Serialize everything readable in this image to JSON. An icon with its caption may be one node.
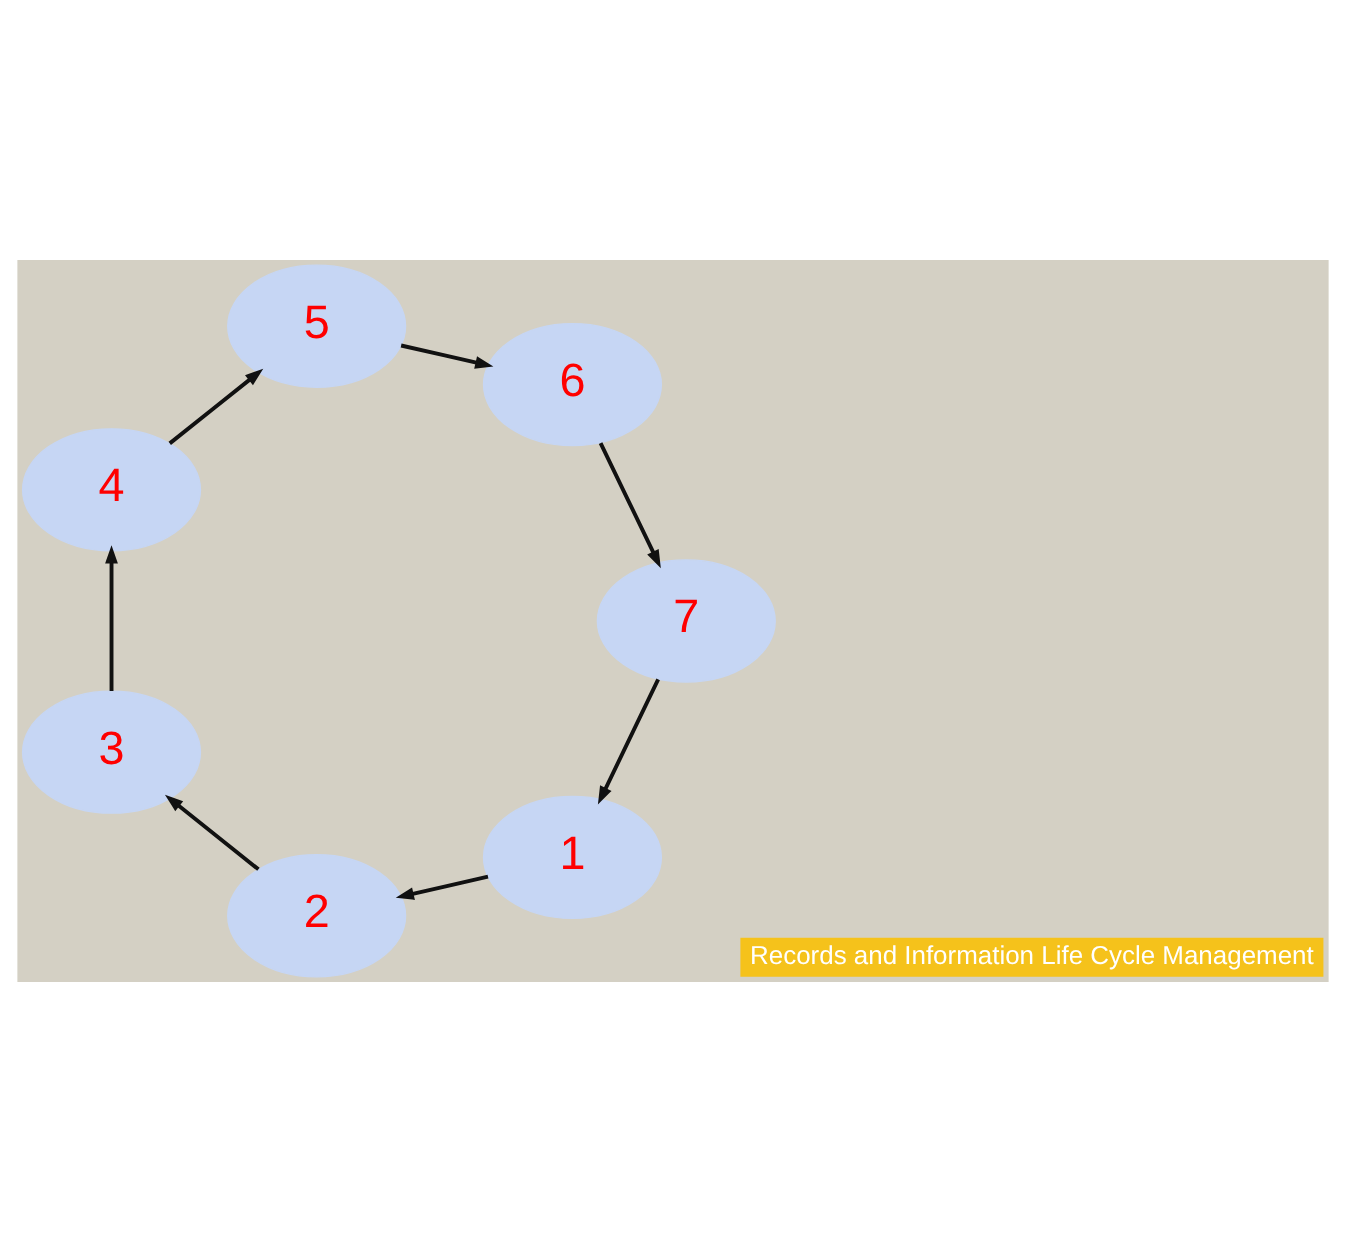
{
  "diagram": {
    "nodes": [
      {
        "text": [
          "1"
        ]
      },
      {
        "text": [
          "2"
        ]
      },
      {
        "text": [
          "3"
        ]
      },
      {
        "text": [
          "4"
        ]
      },
      {
        "text": [
          "5"
        ]
      },
      {
        "text": [
          "6"
        ]
      },
      {
        "text": [
          "7"
        ]
      }
    ],
    "edges": [
      {
        "from": 0,
        "to": 1,
        "arrow": "to"
      },
      {
        "from": 1,
        "to": 2,
        "arrow": "to"
      },
      {
        "from": 2,
        "to": 3,
        "arrow": "to"
      },
      {
        "from": 3,
        "to": 4,
        "arrow": "to"
      },
      {
        "from": 4,
        "to": 5,
        "arrow": "to"
      },
      {
        "from": 5,
        "to": 6,
        "arrow": "to"
      },
      {
        "from": 6,
        "to": 0,
        "arrow": "to"
      }
    ],
    "labels": [
      "Records and Information Life Cycle Management"
    ]
  }
}
